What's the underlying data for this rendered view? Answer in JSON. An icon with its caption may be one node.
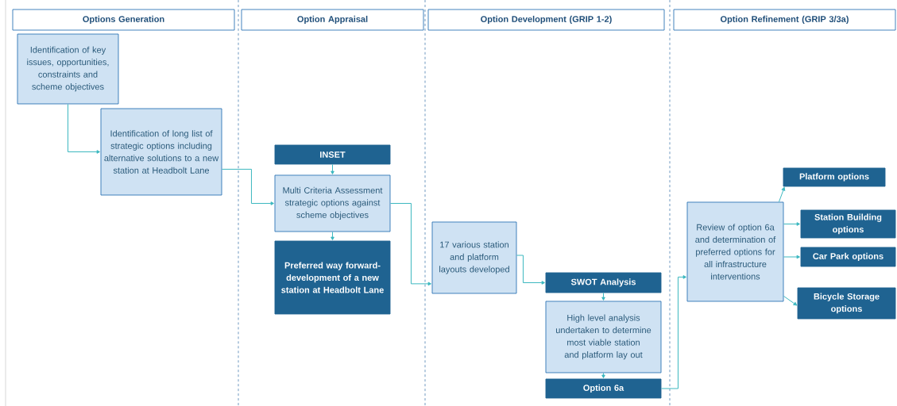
{
  "diagram": {
    "nodes": [
      {
        "text": [
          "Options Generation"
        ]
      },
      {
        "text": [
          "Option Appraisal"
        ]
      },
      {
        "text": [
          "Option Development (GRIP 1-2)"
        ]
      },
      {
        "text": [
          "Option Refinement (GRIP 3/3a)"
        ]
      },
      {
        "text": [
          "Identification of key issues, opportunities, constraints and scheme objectives"
        ]
      },
      {
        "text": [
          "Identification of long list of strategic options including alternative solutions to a new station at Headbolt Lane"
        ]
      },
      {
        "text": [
          "INSET"
        ]
      },
      {
        "text": [
          "Multi Criteria Assessment strategic options against scheme objectives"
        ]
      },
      {
        "text": [
          "Preferred way forward- development of a new station at Headbolt Lane"
        ]
      },
      {
        "text": [
          "17 various station and platform layouts developed"
        ]
      },
      {
        "text": [
          "SWOT Analysis"
        ]
      },
      {
        "text": [
          "High level analysis undertaken to determine most viable station and platform lay out"
        ]
      },
      {
        "text": [
          "Option 6a"
        ]
      },
      {
        "text": [
          "Review of option 6a and determination of preferred options for all infrastructure interventions"
        ]
      },
      {
        "text": [
          "Platform options"
        ]
      },
      {
        "text": [
          "Station Building options"
        ]
      },
      {
        "text": [
          "Car Park options"
        ]
      },
      {
        "text": [
          "Bicycle Storage options"
        ]
      }
    ],
    "edges": [
      {
        "from": 4,
        "to": 5,
        "arrow": "to"
      },
      {
        "from": 5,
        "to": 7,
        "arrow": "to"
      },
      {
        "from": 6,
        "to": 7,
        "arrow": "to"
      },
      {
        "from": 7,
        "to": 8,
        "arrow": "to"
      },
      {
        "from": 7,
        "to": 9,
        "arrow": "to"
      },
      {
        "from": 9,
        "to": 10,
        "arrow": "to"
      },
      {
        "from": 10,
        "to": 11,
        "arrow": "to"
      },
      {
        "from": 11,
        "to": 12,
        "arrow": "to"
      },
      {
        "from": 12,
        "to": 13,
        "arrow": "to"
      },
      {
        "from": 13,
        "to": 14,
        "arrow": "to"
      },
      {
        "from": 13,
        "to": 15,
        "arrow": "to"
      },
      {
        "from": 13,
        "to": 16,
        "arrow": "to"
      },
      {
        "from": 13,
        "to": 17,
        "arrow": "to"
      }
    ]
  }
}
